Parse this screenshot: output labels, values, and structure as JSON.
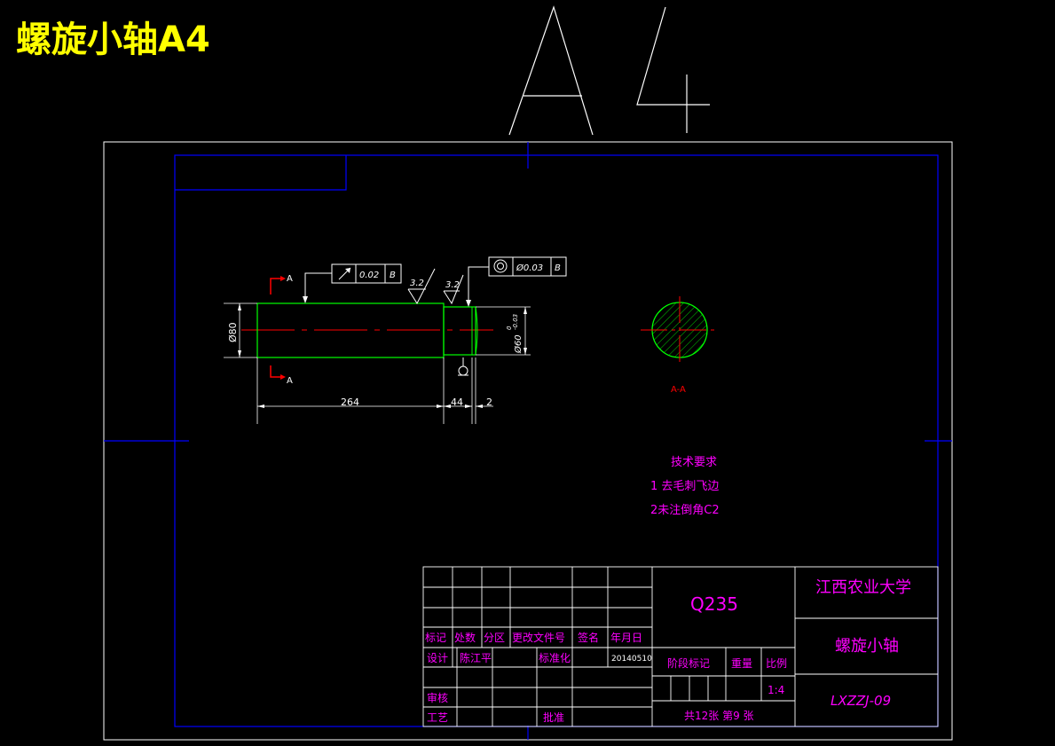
{
  "page": {
    "title": "螺旋小轴A4",
    "big_label": "A4"
  },
  "colors": {
    "background": "#000000",
    "title": "#ffff00",
    "frame": "#0000ff",
    "text": "#ff00ff",
    "geometry": "#00ff00",
    "centerline": "#ff0000",
    "white": "#ffffff"
  },
  "main_view": {
    "section_mark": "A",
    "runout_tolerance": "0.02",
    "runout_datum": "B",
    "concentricity_tolerance": "Ø0.03",
    "concentricity_datum": "B",
    "roughness_1": "3.2",
    "roughness_2": "3.2",
    "dia_left": "Ø80",
    "dia_right": "Ø60",
    "dia_right_tol_upper": "0",
    "dia_right_tol_lower": "-0.03",
    "len_1": "264",
    "len_2": "44",
    "len_3": "2"
  },
  "section_view": {
    "label": "A-A"
  },
  "tech_requirements": {
    "heading": "技术要求",
    "items": [
      "1 去毛刺飞边",
      "2未注倒角C2"
    ]
  },
  "title_block": {
    "material": "Q235",
    "school": "江西农业大学",
    "part_name": "螺旋小轴",
    "drawing_no": "LXZZJ-09",
    "headers": [
      "标记",
      "处数",
      "分区",
      "更改文件号",
      "签名",
      "年月日"
    ],
    "design_label": "设计",
    "designer": "陈江平",
    "standard_label": "标准化",
    "date": "20140510",
    "review_label": "审核",
    "process_label": "工艺",
    "approve_label": "批准",
    "stage_label": "阶段标记",
    "weight_label": "重量",
    "scale_label": "比例",
    "scale": "1:4",
    "sheets": "共12张  第9 张"
  }
}
